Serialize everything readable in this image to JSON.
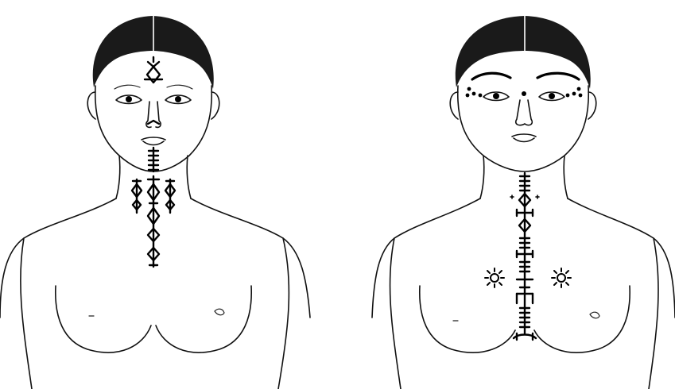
{
  "figures": [
    {
      "id": "left",
      "pattern": "forehead-chin-throat-neck-tattoo"
    },
    {
      "id": "right",
      "pattern": "brow-line-dots-sternum-tattoo"
    }
  ],
  "colors": {
    "background": "#ffffff",
    "ink": "#111111",
    "tattoo": "#000000"
  },
  "icons": {
    "left": [
      "forehead-diamond-icon",
      "nose-tip-icon",
      "chin-ladder-icon",
      "throat-ladder-icon",
      "neck-diamond-chain-icon"
    ],
    "right": [
      "brow-arc-icon",
      "eye-corner-dots-icon",
      "brow-dot-icon",
      "sternum-chain-icon",
      "sun-motif-icon",
      "navel-bracket-icon"
    ]
  }
}
